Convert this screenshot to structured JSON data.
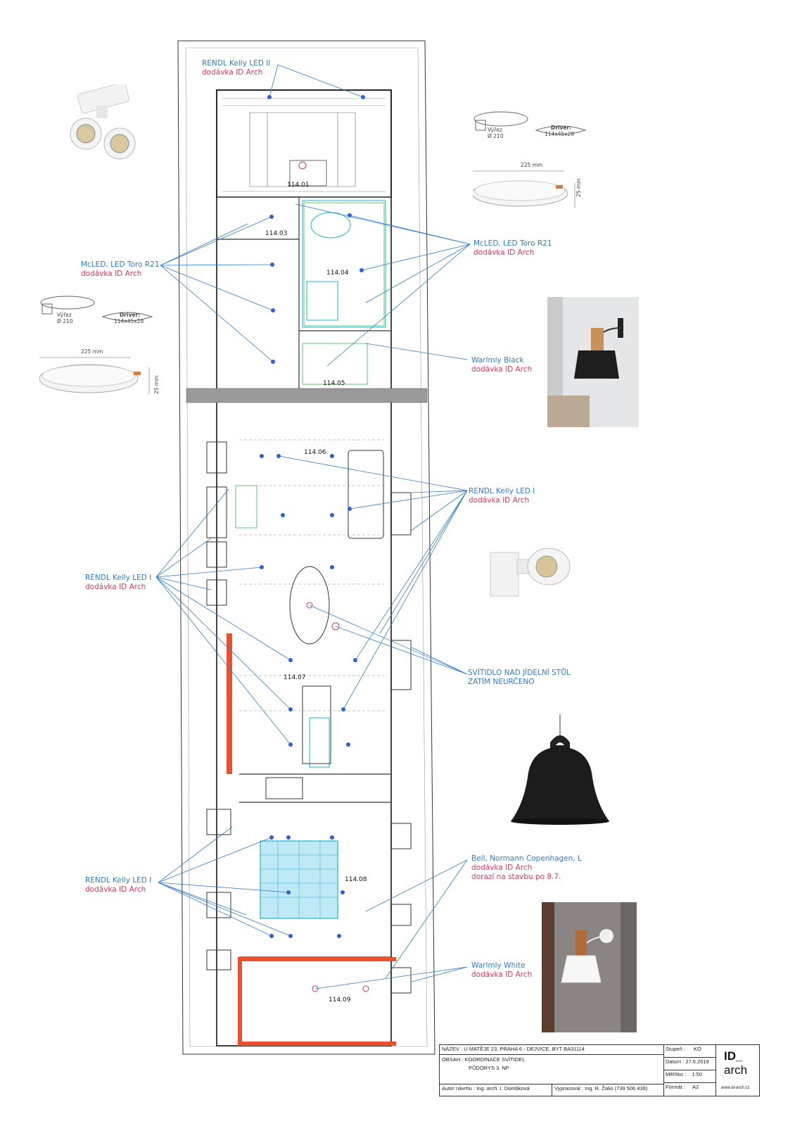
{
  "labels": {
    "kelly2": {
      "name": "RENDL Kelly LED II",
      "supplier": "dodávka ID Arch"
    },
    "toro_right": {
      "name": "McLED, LED Toro R21",
      "supplier": "dodávka ID Arch"
    },
    "toro_left": {
      "name": "McLED, LED Toro R21",
      "supplier": "dodávka ID Arch"
    },
    "warlmly_black": {
      "name": "Warlmly Black",
      "supplier": "dodávka ID Arch"
    },
    "kelly1_right": {
      "name": "RENDL Kelly LED I",
      "supplier": "dodávka ID Arch"
    },
    "kelly1_left1": {
      "name": "RENDL Kelly LED I",
      "supplier": "dodávka ID Arch"
    },
    "svitidlo": {
      "line1": "SVÍTIDLO NAD JÍDELNÍ STŮL",
      "line2": "ZATÍM NEURČENO"
    },
    "bell": {
      "name": "Bell, Normann Copenhagen, L",
      "supplier": "dodávka ID Arch",
      "note": "dorazí na stavbu po 8.7."
    },
    "kelly1_left2": {
      "name": "RENDL Kelly LED I",
      "supplier": "dodávka ID Arch"
    },
    "warlmly_white": {
      "name": "Warlmly White",
      "supplier": "dodávka ID Arch"
    }
  },
  "dims": {
    "vyrez": "Výřez",
    "diameter": "Ø 210",
    "driver": "Driver:",
    "driver_size": "114x45x28",
    "width": "225 mm",
    "height": "25 mm"
  },
  "rooms": [
    "114.01",
    "114.03",
    "114.04",
    "114.05",
    "114.06",
    "114.07",
    "114.08",
    "114.09"
  ],
  "title_block": {
    "nazev_label": "NÁZEV :",
    "nazev": "U MATĚJE 23, PRAHA 6 - DEJVICE, BYT BA31114",
    "obsah_label": "OBSAH :",
    "obsah1": "KOORDINACE SVÍTIDEL",
    "obsah2": "PŮDORYS 3. NP",
    "autor": "Autor návrhu : Ing. arch. I. Dombková",
    "vypracoval": "Vypracoval : Ing. R. Žalio (739 506 439)",
    "stupen_label": "Stupeň :",
    "stupen": "KO",
    "datum_label": "Datum :",
    "datum": "27.6.2019",
    "meritko_label": "Měřítko :",
    "meritko": "1:50",
    "format_label": "Formát :",
    "format": "A2",
    "logo1": "ID_",
    "logo2": "arch",
    "web": "www.id-arch.cz"
  },
  "colors": {
    "blue": "#2f7bd6",
    "red": "#e0365d",
    "wall": "#555555",
    "cyan": "#19b7d4",
    "green": "#2fbf4e"
  }
}
